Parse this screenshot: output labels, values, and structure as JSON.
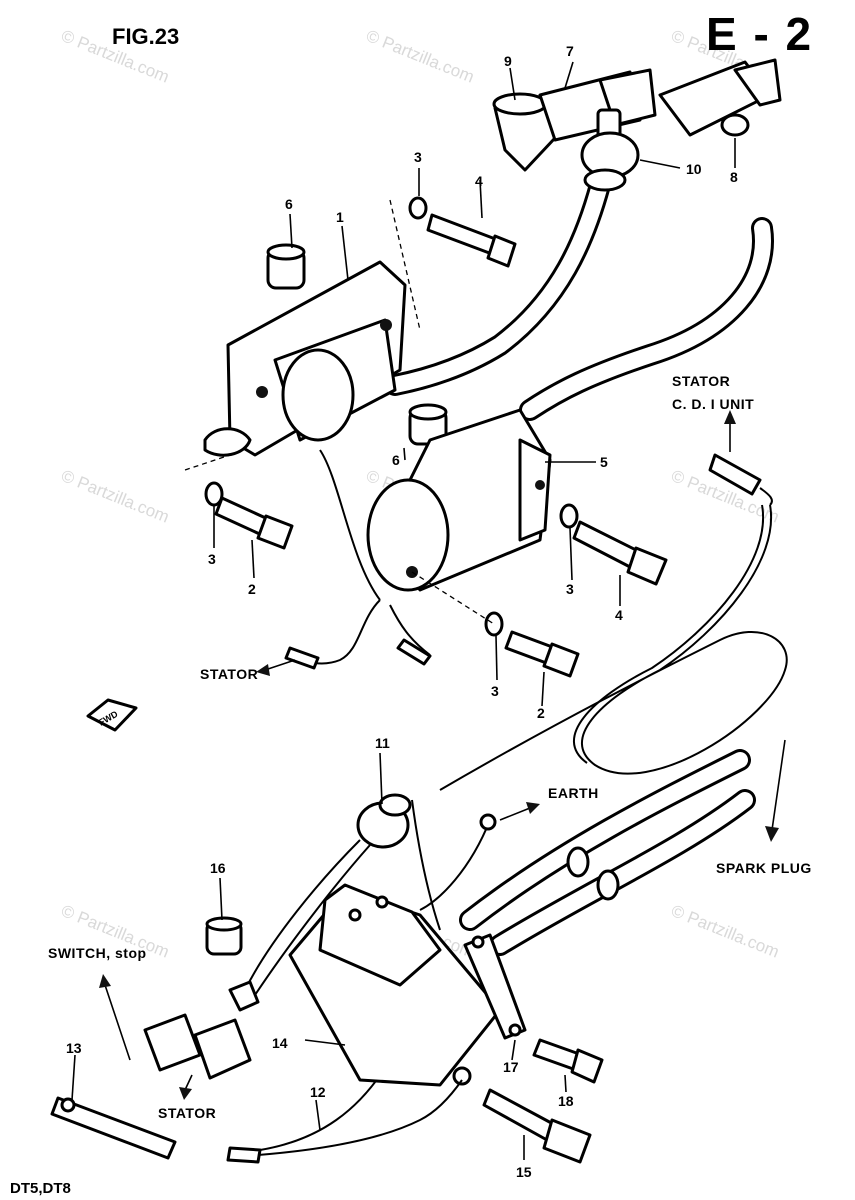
{
  "figure": {
    "title": "FIG.23",
    "section": "E - 2",
    "models": "DT5,DT8"
  },
  "watermark": {
    "text": "© Partzilla.com"
  },
  "callouts": [
    "1",
    "2",
    "2",
    "3",
    "3",
    "3",
    "3",
    "4",
    "4",
    "5",
    "6",
    "6",
    "7",
    "8",
    "9",
    "10",
    "11",
    "12",
    "13",
    "14",
    "15",
    "16",
    "17",
    "18"
  ],
  "notes": {
    "stator_cdi_line1": "STATOR",
    "stator_cdi_line2": "C. D. I UNIT",
    "stator_mid": "STATOR",
    "earth": "EARTH",
    "spark_plug": "SPARK PLUG",
    "switch_stop": "SWITCH, stop",
    "stator_bottom": "STATOR"
  },
  "direction_mark": "FWD"
}
